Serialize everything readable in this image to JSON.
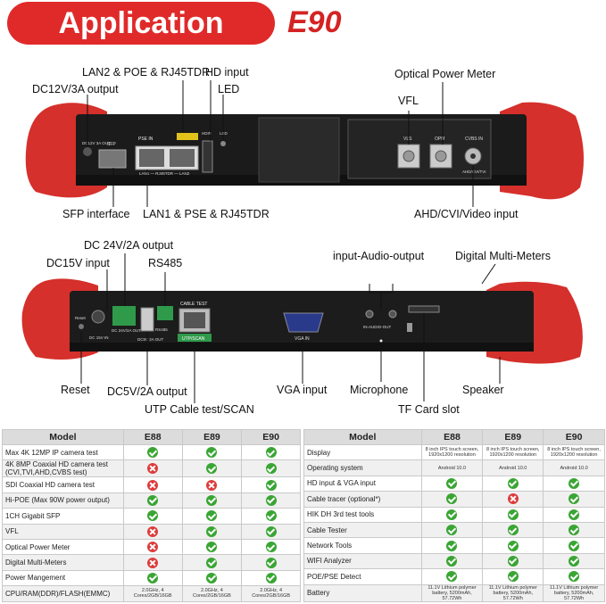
{
  "header": {
    "title": "Application",
    "model": "E90"
  },
  "top_device": {
    "panel_labels": {
      "dc": "DC12V 3A OUT",
      "sfp": "SFP",
      "pse": "PSE IN",
      "lan": "LAN1 — RJ45TDR — LAN2",
      "hdin": "HDIN",
      "led": "LED",
      "vls": "VLS",
      "opm": "OPM",
      "cvbs": "CVBS IN",
      "ahd": "AHD/CVI/TVI"
    },
    "callouts": {
      "lan2": "LAN2 & POE & RJ45TDR",
      "hd_input": "HD input",
      "led": "LED",
      "dc12": "DC12V/3A output",
      "optical": "Optical Power Meter",
      "vfl": "VFL",
      "sfp": "SFP interface",
      "lan1": "LAN1 & PSE & RJ45TDR",
      "ahd": "AHD/CVI/Video input"
    }
  },
  "bottom_device": {
    "panel_labels": {
      "reset": "Reset",
      "dc15": "DC 15V IN",
      "dc24": "DC 24V/2A OUT",
      "dc5": "DC5V 2A OUT",
      "rs485": "RS485",
      "cable": "CABLE TEST",
      "utp": "UTP/SCAN",
      "vga": "VGA IN",
      "audio": "IN-AUDIO-OUT"
    },
    "callouts": {
      "dc24": "DC 24V/2A output",
      "dc15": "DC15V input",
      "rs485": "RS485",
      "audio": "input-Audio-output",
      "dmm": "Digital Multi-Meters",
      "reset": "Reset",
      "dc5": "DC5V/2A output",
      "vga": "VGA input",
      "mic": "Microphone",
      "speaker": "Speaker",
      "utp": "UTP Cable test/SCAN",
      "tf": "TF Card slot"
    }
  },
  "table_left": {
    "headers": [
      "Model",
      "E88",
      "E89",
      "E90"
    ],
    "rows": [
      {
        "feature": "Max 4K 12MP IP camera test",
        "v": [
          "ok",
          "ok",
          "ok"
        ]
      },
      {
        "feature": "4K 8MP Coaxial HD camera test (CVI,TVI,AHD,CVBS test)",
        "v": [
          "no",
          "ok",
          "ok"
        ]
      },
      {
        "feature": "SDI Coaxial HD camera test",
        "v": [
          "no",
          "no",
          "ok"
        ]
      },
      {
        "feature": "Hi-POE (Max 90W power output)",
        "v": [
          "ok",
          "ok",
          "ok"
        ]
      },
      {
        "feature": "1CH Gigabit SFP",
        "v": [
          "ok",
          "ok",
          "ok"
        ]
      },
      {
        "feature": "VFL",
        "v": [
          "no",
          "ok",
          "ok"
        ]
      },
      {
        "feature": "Optical Power Meter",
        "v": [
          "no",
          "ok",
          "ok"
        ]
      },
      {
        "feature": "Digital Multi-Meters",
        "v": [
          "no",
          "ok",
          "ok"
        ]
      },
      {
        "feature": "Power Mangement",
        "v": [
          "ok",
          "ok",
          "ok"
        ]
      },
      {
        "feature": "CPU/RAM(DDR)/FLASH(EMMC)",
        "v": [
          "2.0GHz, 4 Cores/2GB/16GB",
          "2.0GHz, 4 Cores/2GB/16GB",
          "2.0GHz, 4 Cores/2GB/16GB"
        ]
      }
    ]
  },
  "table_right": {
    "headers": [
      "Model",
      "E88",
      "E89",
      "E90"
    ],
    "rows": [
      {
        "feature": "Display",
        "v": [
          "8 inch IPS touch screen, 1920x1200 resolution",
          "8 inch IPS touch screen, 1920x1200 resolution",
          "8 inch IPS touch screen, 1920x1200 resolution"
        ]
      },
      {
        "feature": "Operating system",
        "v": [
          "Android 10.0",
          "Android 10.0",
          "Android 10.0"
        ]
      },
      {
        "feature": "HD input & VGA input",
        "v": [
          "ok",
          "ok",
          "ok"
        ]
      },
      {
        "feature": "Cable tracer (optional*)",
        "v": [
          "ok",
          "no",
          "ok"
        ]
      },
      {
        "feature": "HIK DH 3rd test tools",
        "v": [
          "ok",
          "ok",
          "ok"
        ]
      },
      {
        "feature": "Cable Tester",
        "v": [
          "ok",
          "ok",
          "ok"
        ]
      },
      {
        "feature": "Network Tools",
        "v": [
          "ok",
          "ok",
          "ok"
        ]
      },
      {
        "feature": "WIFI Analyzer",
        "v": [
          "ok",
          "ok",
          "ok"
        ]
      },
      {
        "feature": "POE/PSE Detect",
        "v": [
          "ok",
          "ok",
          "ok"
        ]
      },
      {
        "feature": "Battery",
        "v": [
          "11.1V Lithium polymer battery, 5200mAh, 57.72Wh",
          "11.1V Lithium polymer battery, 5200mAh, 57.72Wh",
          "11.1V Lithium polymer battery, 5200mAh, 57.72Wh"
        ]
      }
    ]
  },
  "colors": {
    "brand_red": "#e02a2a",
    "ok": "#3aa534",
    "no": "#dd3c3c"
  }
}
